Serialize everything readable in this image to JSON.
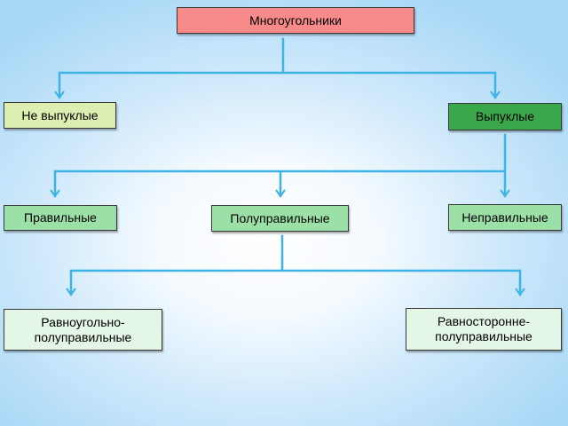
{
  "nodes": {
    "root": "Многоугольники",
    "nonconvex": "Не выпуклые",
    "convex": "Выпуклые",
    "regular": "Правильные",
    "semiregular": "Полуправильные",
    "irregular": "Неправильные",
    "equiangular": "Равноугольно-полуправильные",
    "equilateral": "Равносторонне-полуправильные"
  },
  "colors": {
    "connector": "#3db3e6",
    "root": "#f88a8a",
    "nonconvex": "#dceeb0",
    "convex": "#3aa84a",
    "category": "#9be0a6",
    "subtype": "#e4f6e6"
  }
}
